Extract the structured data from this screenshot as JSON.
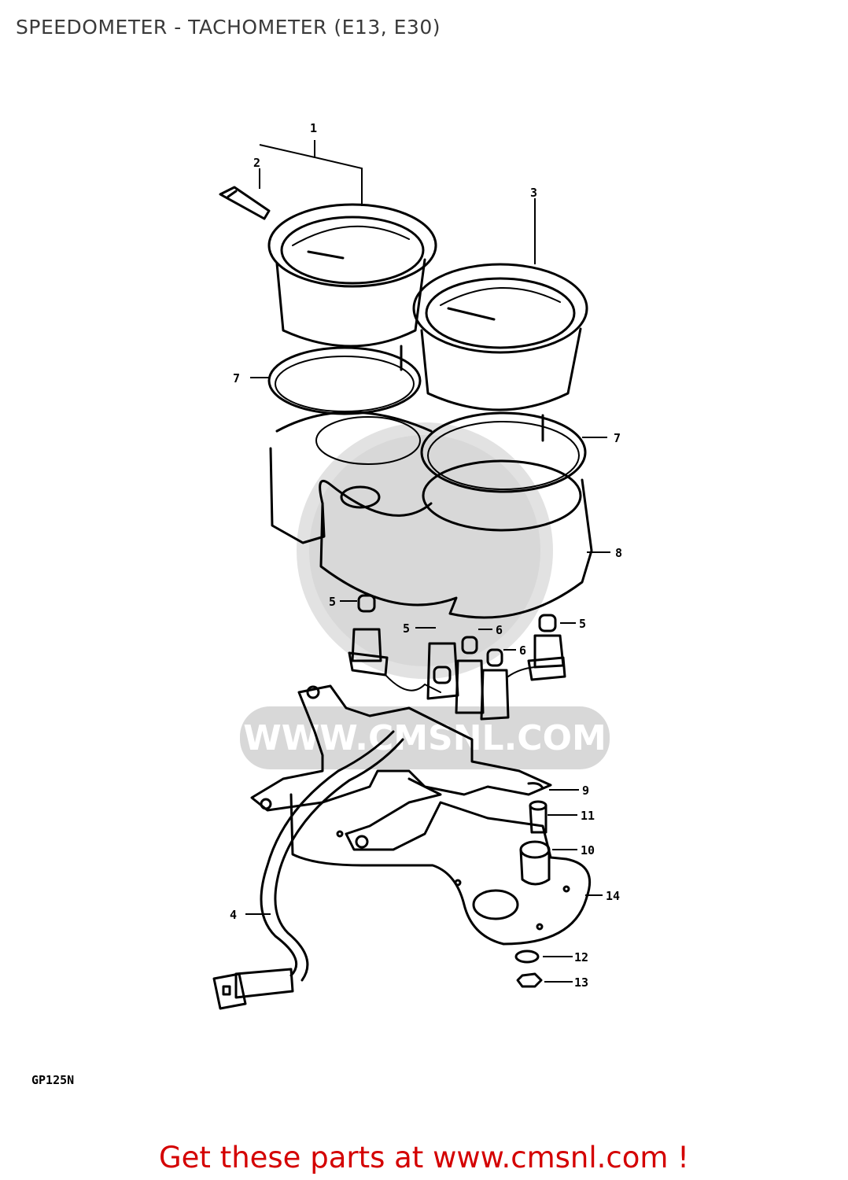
{
  "title": "SPEEDOMETER - TACHOMETER (E13, E30)",
  "model_code": "GP125N",
  "watermark": "WWW.CMSNL.COM",
  "footer": {
    "prefix": "Get these parts at ",
    "link_text": "www.cmsnl.com",
    "suffix": " !"
  },
  "callouts": {
    "c1": "1",
    "c2": "2",
    "c3": "3",
    "c4": "4",
    "c5a": "5",
    "c5b": "5",
    "c5c": "5",
    "c6a": "6",
    "c6b": "6",
    "c7a": "7",
    "c7b": "7",
    "c8": "8",
    "c9": "9",
    "c10": "10",
    "c11": "11",
    "c12": "12",
    "c13": "13",
    "c14": "14"
  },
  "colors": {
    "footer": "#d40000",
    "watermark": "#d8d8d8",
    "line": "#000000"
  }
}
